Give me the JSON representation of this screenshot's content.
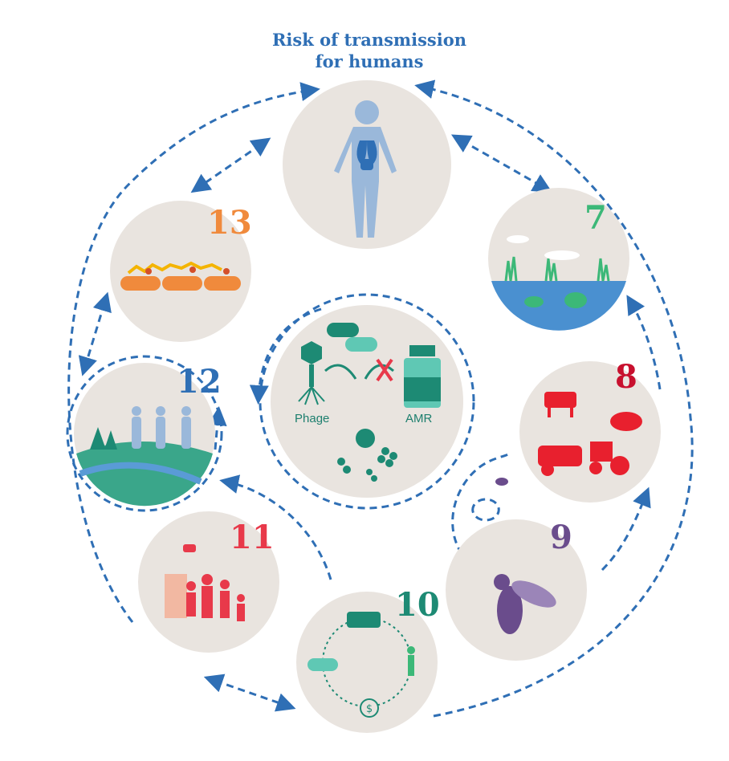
{
  "title": {
    "line1": "Risk of transmission",
    "line2": "for humans"
  },
  "center": {
    "phage_label": "Phage",
    "amr_label": "AMR"
  },
  "nodes": [
    {
      "number": "7",
      "color": "#3cb878",
      "icon": "wetland-fish-icon"
    },
    {
      "number": "8",
      "color": "#c8102e",
      "icon": "livestock-farm-icon"
    },
    {
      "number": "9",
      "color": "#6a4c8c",
      "icon": "fly-icon"
    },
    {
      "number": "10",
      "color": "#1d8a74",
      "icon": "cycle-cow-human-money-icon"
    },
    {
      "number": "11",
      "color": "#e8394a",
      "icon": "refugees-icon"
    },
    {
      "number": "12",
      "color": "#2f6fb5",
      "icon": "people-landscape-icon"
    },
    {
      "number": "13",
      "color": "#f08a3c",
      "icon": "cells-icon"
    }
  ],
  "colors": {
    "arrow": "#2f6fb5",
    "circle": "#e9e4df",
    "teal": "#1d8a74"
  }
}
